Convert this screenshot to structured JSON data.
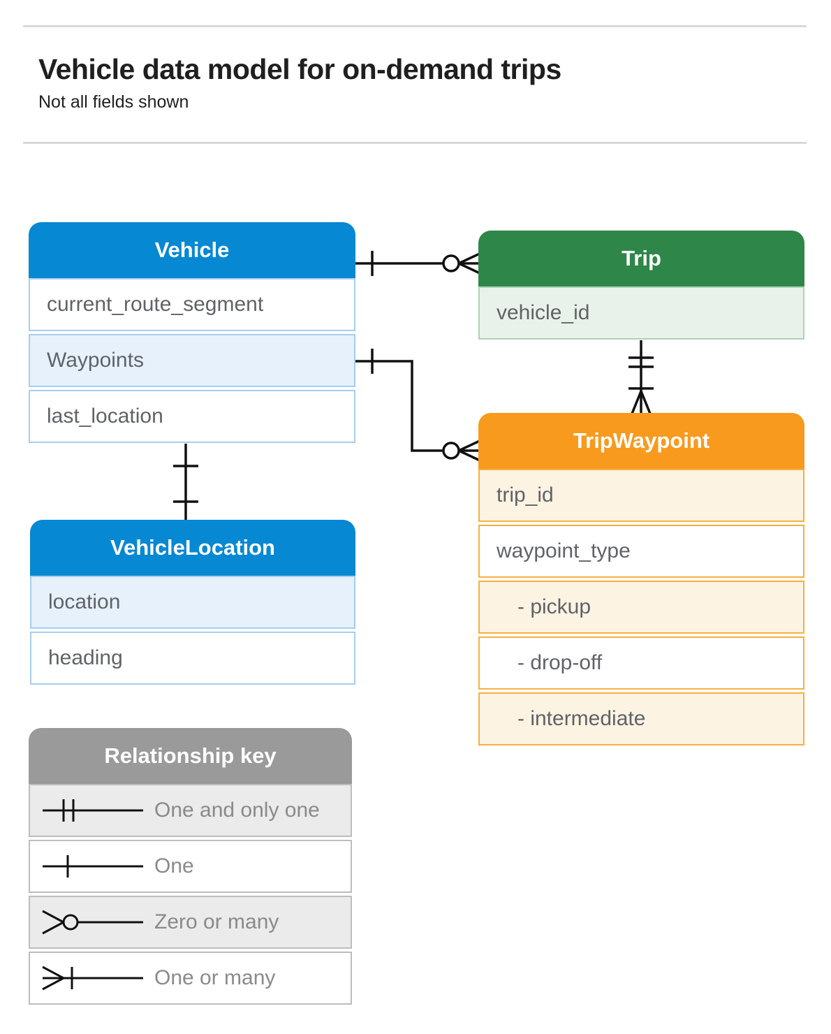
{
  "page": {
    "title": "Vehicle data model for on-demand trips",
    "subtitle": "Not all fields shown"
  },
  "entities": {
    "vehicle": {
      "title": "Vehicle",
      "fields": [
        "current_route_segment",
        "Waypoints",
        "last_location"
      ]
    },
    "trip": {
      "title": "Trip",
      "fields": [
        "vehicle_id"
      ]
    },
    "trip_waypoint": {
      "title": "TripWaypoint",
      "fields": [
        "trip_id",
        "waypoint_type",
        "- pickup",
        "- drop-off",
        "- intermediate"
      ]
    },
    "vehicle_location": {
      "title": "VehicleLocation",
      "fields": [
        "location",
        "heading"
      ]
    }
  },
  "legend": {
    "title": "Relationship key",
    "items": [
      {
        "symbol": "one-and-only-one",
        "label": "One and only one"
      },
      {
        "symbol": "one",
        "label": "One"
      },
      {
        "symbol": "zero-or-many",
        "label": "Zero or many"
      },
      {
        "symbol": "one-or-many",
        "label": "One or many"
      }
    ]
  },
  "relationships": [
    {
      "from": "Vehicle",
      "to": "Trip",
      "from_end": "one",
      "to_end": "zero-or-many"
    },
    {
      "from": "Vehicle.Waypoints",
      "to": "TripWaypoint",
      "from_end": "one",
      "to_end": "zero-or-many"
    },
    {
      "from": "Trip",
      "to": "TripWaypoint",
      "from_end": "one-and-only-one",
      "to_end": "one-or-many"
    },
    {
      "from": "Vehicle",
      "to": "VehicleLocation",
      "from_end": "one",
      "to_end": "one"
    }
  ],
  "colors": {
    "blue_header": "#0688d2",
    "blue_row": "#e7f1fb",
    "blue_border": "#a6cdf0",
    "green_header": "#2e8648",
    "green_row": "#e9f2ea",
    "green_border": "#a9d4b2",
    "orange_header": "#f89a1d",
    "orange_row": "#fdf3e2",
    "orange_border": "#f9ae3f",
    "gray_header": "#9a9a9a",
    "gray_row": "#ebebeb",
    "gray_border": "#bdbdbd",
    "field_text": "#5f6368",
    "legend_text": "#8a8a8a",
    "title_text": "#1f1f1f",
    "divider": "#d8d8d8",
    "connector": "#111111"
  }
}
